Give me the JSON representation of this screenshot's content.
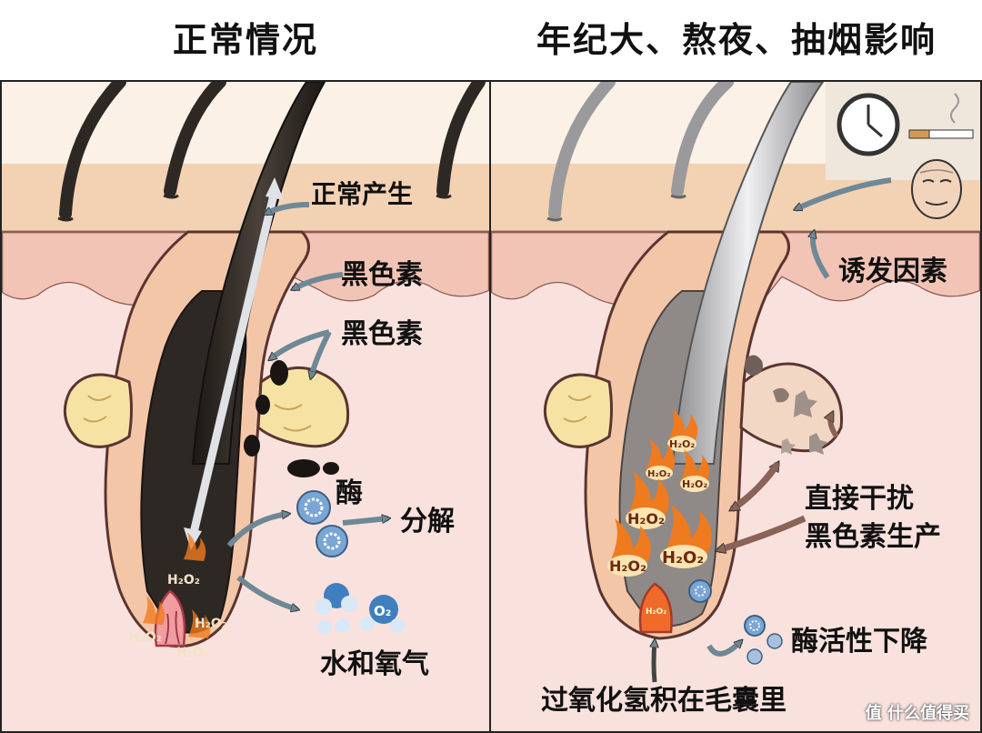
{
  "titles": {
    "left": "正常情况",
    "right": "年纪大、熬夜、抽烟影响"
  },
  "left_panel": {
    "label_normal_production": "正常产生",
    "label_melanin_1": "黑色素",
    "label_melanin_2": "黑色素",
    "label_enzyme": "酶",
    "label_decompose": "分解",
    "label_water_oxygen": "水和氧气",
    "h2o2": "H₂O₂",
    "o2": "O₂"
  },
  "right_panel": {
    "label_triggers": "诱发因素",
    "label_interfere_1": "直接干扰",
    "label_interfere_2": "黑色素生产",
    "label_enzyme_down": "酶活性下降",
    "label_accumulate": "过氧化氢积在毛囊里",
    "h2o2": "H₂O₂"
  },
  "watermark": "值 什么值得买",
  "colors": {
    "skin_top": "#f3d2b4",
    "dermis": "#f2c4b6",
    "lower": "#f9e0dc",
    "follicle": "#f4c6a8",
    "dark_hair": "#2e2824",
    "gray_hair": "#b9b9bb",
    "gland": "#f6e3a4",
    "enzyme": "#7aa6d4",
    "fire": "#f07a1e"
  }
}
